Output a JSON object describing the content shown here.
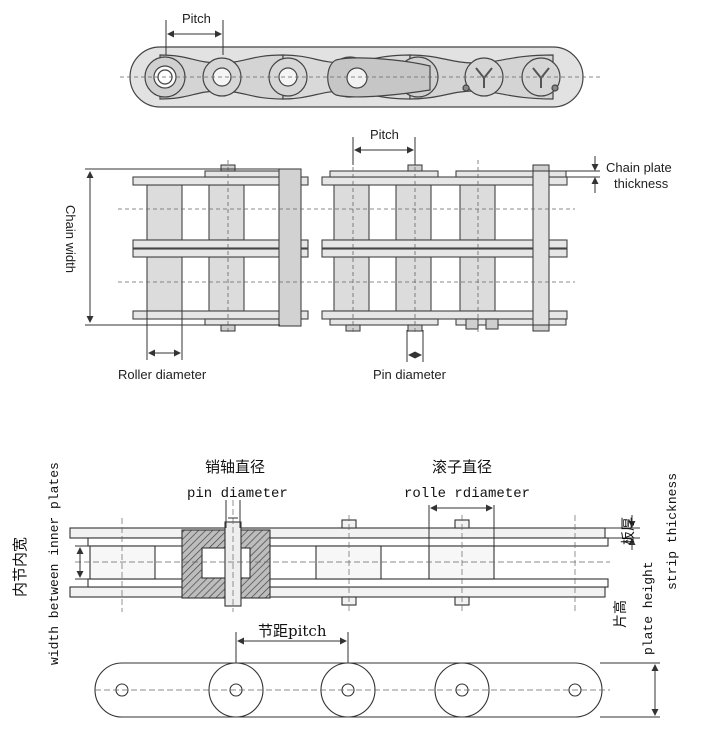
{
  "top_diagram": {
    "pitch_side": "Pitch",
    "pitch_plan": "Pitch",
    "chain_plate_thickness": [
      "Chain plate",
      "thickness"
    ],
    "chain_width": "Chain width",
    "roller_diameter": "Roller diameter",
    "pin_diameter": "Pin diameter"
  },
  "bottom_diagram": {
    "pin_diameter_cn": "销轴直径",
    "pin_diameter_en": "pin diameter",
    "roller_diameter_cn": "滚子直径",
    "roller_diameter_en": "rolle rdiameter",
    "inner_width_cn": "内节内宽",
    "inner_width_en": "width between inner plates",
    "pitch_label": "节距pitch",
    "plate_thickness_cn": "板厚",
    "plate_height_cn": "片高",
    "plate_height_en": "plate height",
    "strip_thickness_en": "strip thickness"
  },
  "colors": {
    "line": "#333333",
    "fill": "#dcdcdc",
    "hatch": "#555555"
  }
}
